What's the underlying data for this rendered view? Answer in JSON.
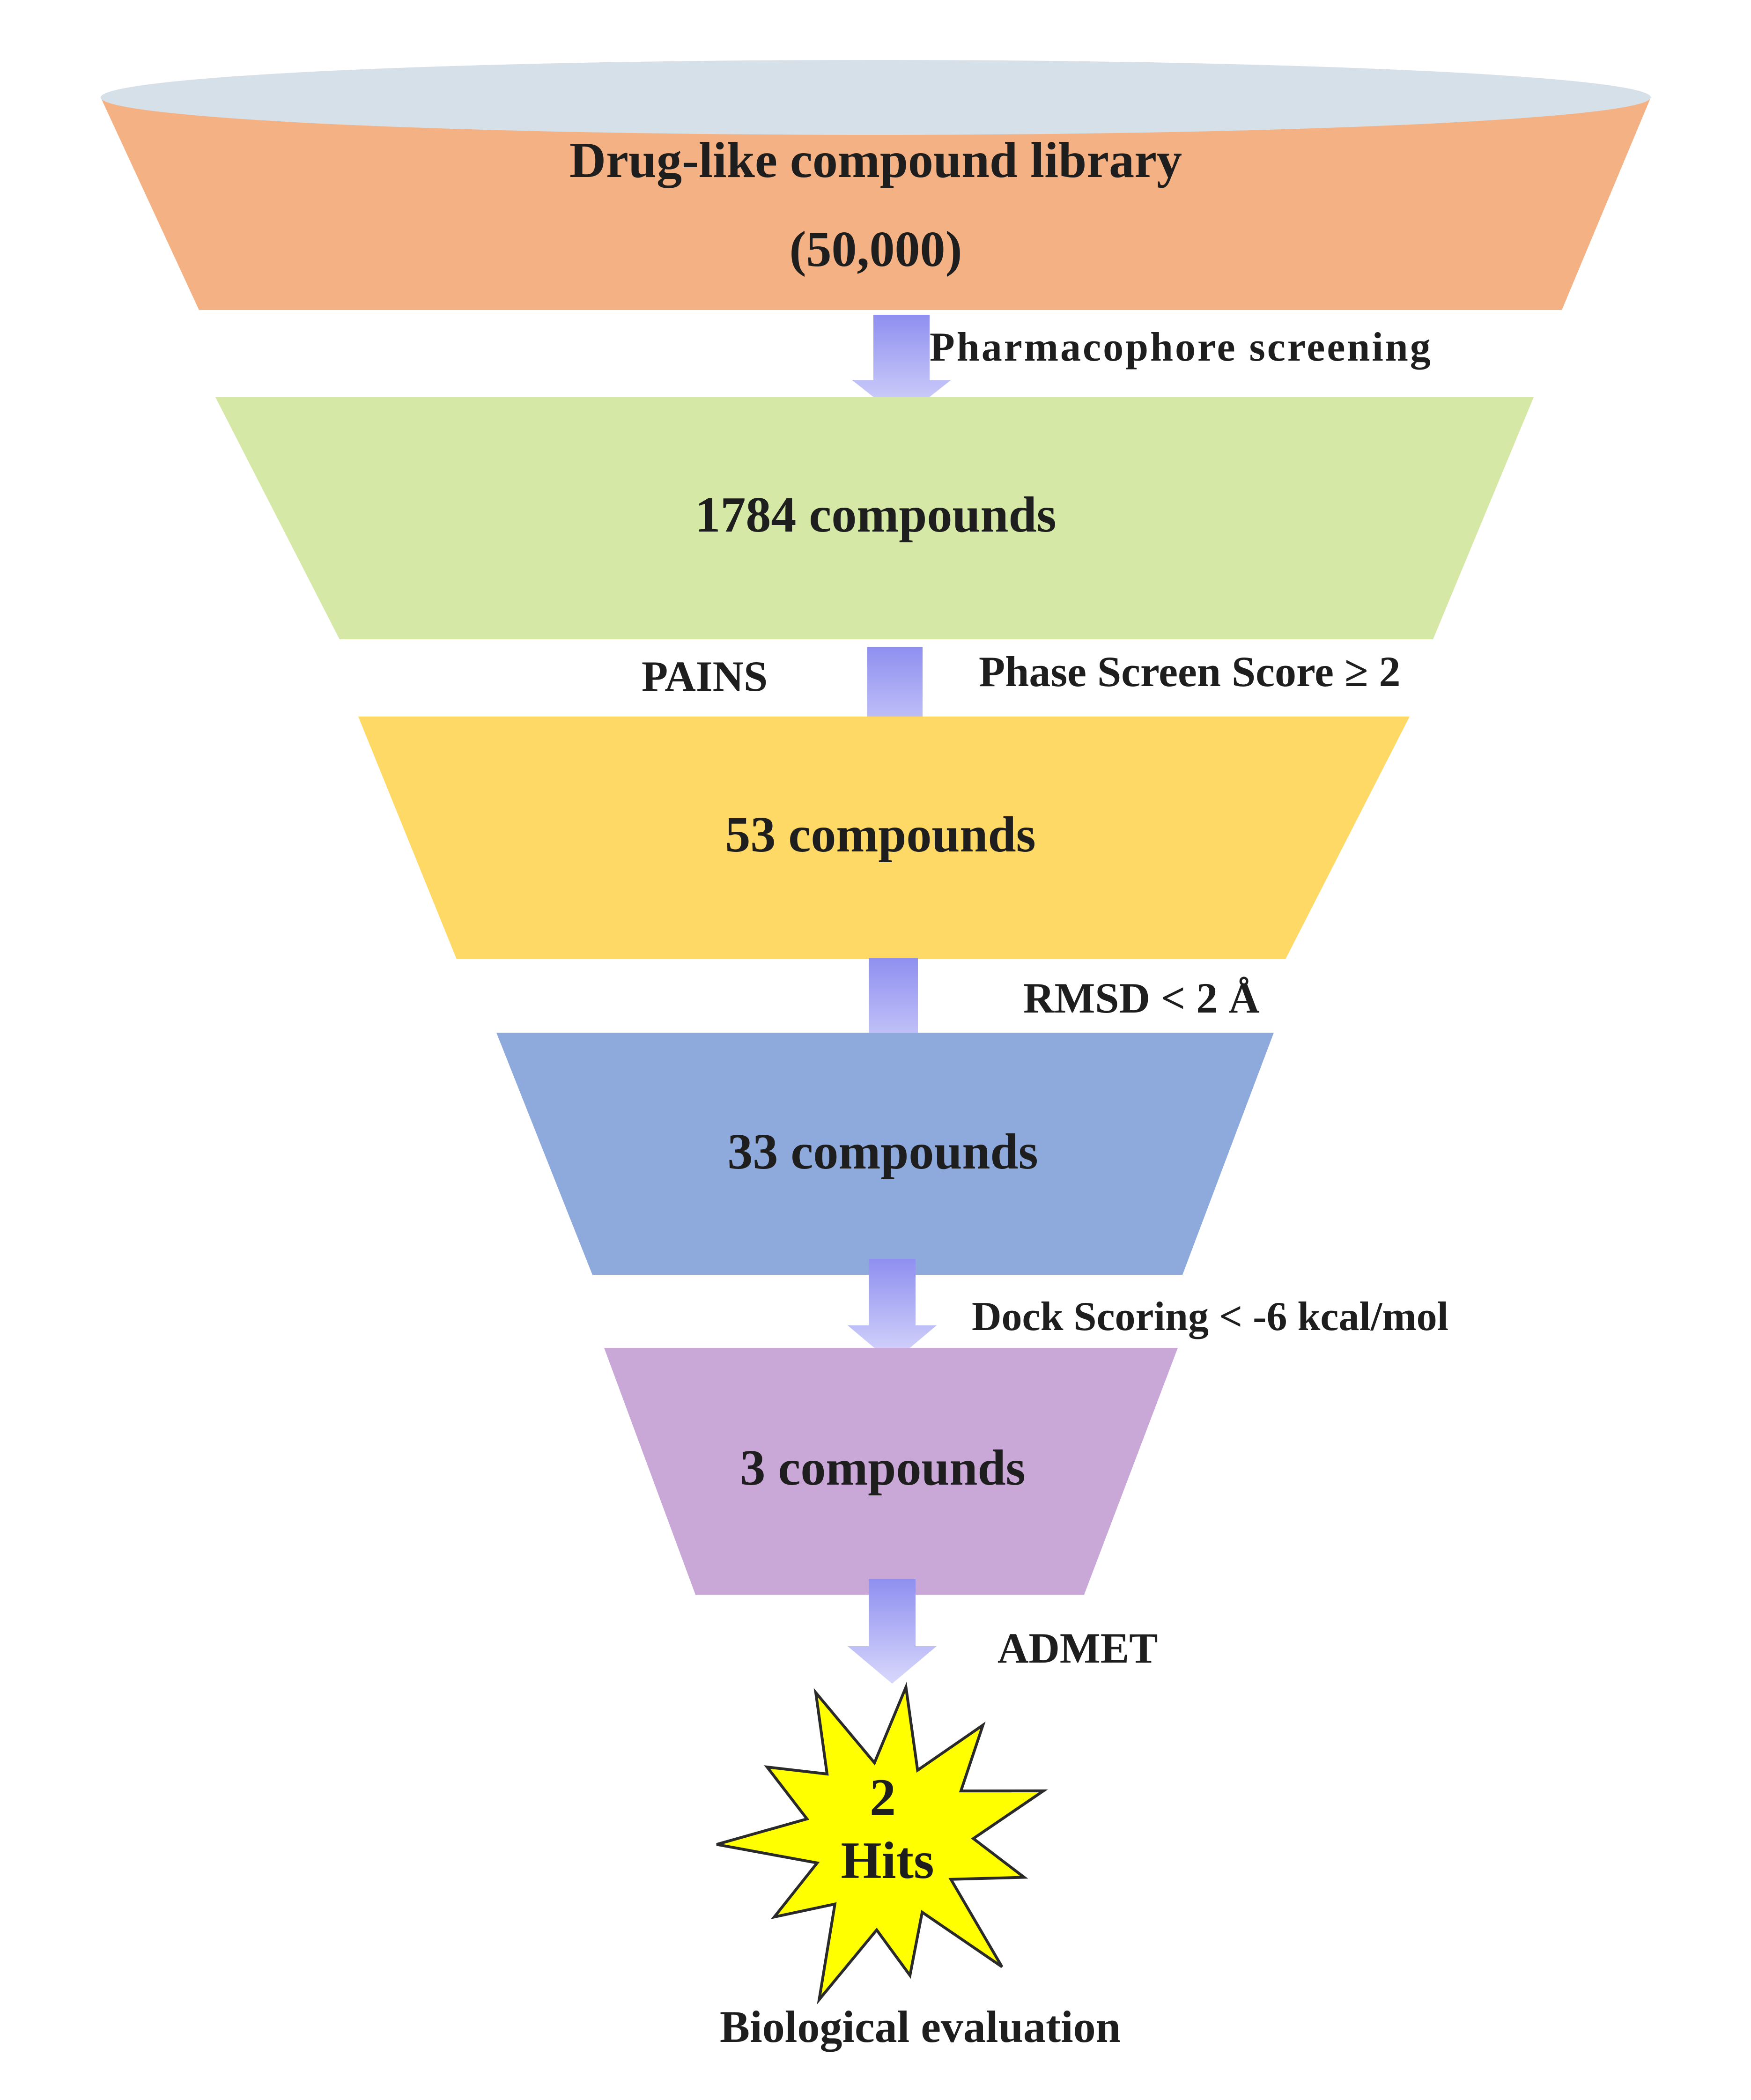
{
  "stages": [
    {
      "line1": "Drug-like compound library",
      "line2": "(50,000)",
      "fill": "#F4B183"
    },
    {
      "line1": "1784 compounds",
      "fill": "#D5E8A6"
    },
    {
      "line1": "53 compounds",
      "fill": "#FFD966"
    },
    {
      "line1": "33 compounds",
      "fill": "#8EA9DB"
    },
    {
      "line1": "3 compounds",
      "fill": "#C9A8D8"
    }
  ],
  "steps": {
    "pharmacophore": "Pharmacophore screening",
    "pains": "PAINS",
    "phase_score": "Phase Screen Score ≥ 2",
    "rmsd": "RMSD < 2 Å",
    "dock": "Dock Scoring < -6 kcal/mol",
    "admet": "ADMET"
  },
  "hits": {
    "count": "2",
    "label": "Hits",
    "fill": "#FFFF00"
  },
  "footer": "Biological evaluation",
  "colors": {
    "funnel_top": "#D6E0E8",
    "arrow": "#A9A9F5",
    "text": "#1E1E1E"
  }
}
